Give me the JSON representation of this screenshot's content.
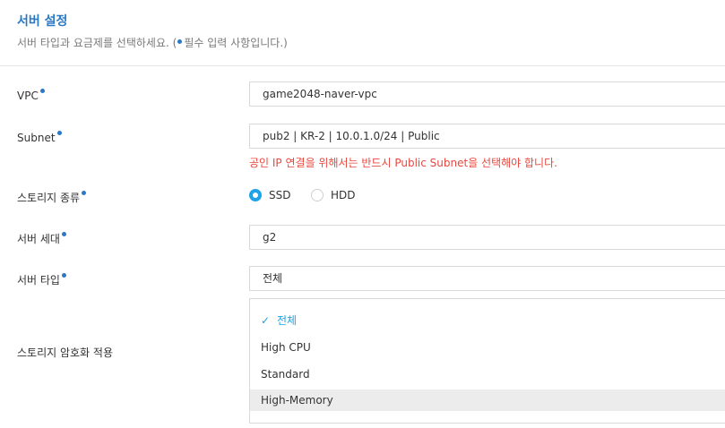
{
  "header": {
    "title": "서버 설정",
    "subtitle_prefix": "서버 타입과 요금제를 선택하세요. (",
    "subtitle_suffix": "필수 입력 사항입니다.)"
  },
  "form": {
    "vpc": {
      "label": "VPC",
      "value": "game2048-naver-vpc"
    },
    "subnet": {
      "label": "Subnet",
      "value": "pub2 | KR-2 | 10.0.1.0/24 | Public",
      "warning": "공인 IP 연결을 위해서는 반드시 Public Subnet을 선택해야 합니다."
    },
    "storage_type": {
      "label": "스토리지 종류",
      "options": [
        {
          "label": "SSD",
          "selected": true
        },
        {
          "label": "HDD",
          "selected": false
        }
      ]
    },
    "server_gen": {
      "label": "서버 세대",
      "value": "g2"
    },
    "server_type": {
      "label": "서버 타입",
      "value": "전체",
      "dropdown": [
        {
          "label": "전체",
          "selected": true,
          "highlighted": false
        },
        {
          "label": "High CPU",
          "selected": false,
          "highlighted": false
        },
        {
          "label": "Standard",
          "selected": false,
          "highlighted": false
        },
        {
          "label": "High-Memory",
          "selected": false,
          "highlighted": true
        }
      ]
    },
    "storage_encryption": {
      "label": "스토리지 암호화 적용"
    }
  },
  "colors": {
    "accent": "#2b78c5",
    "radio_on": "#1fa3e8",
    "warning": "#e8483f",
    "highlight_bg": "#ececec"
  },
  "icons": {
    "required": "dot-icon",
    "selected_option": "check-icon"
  }
}
